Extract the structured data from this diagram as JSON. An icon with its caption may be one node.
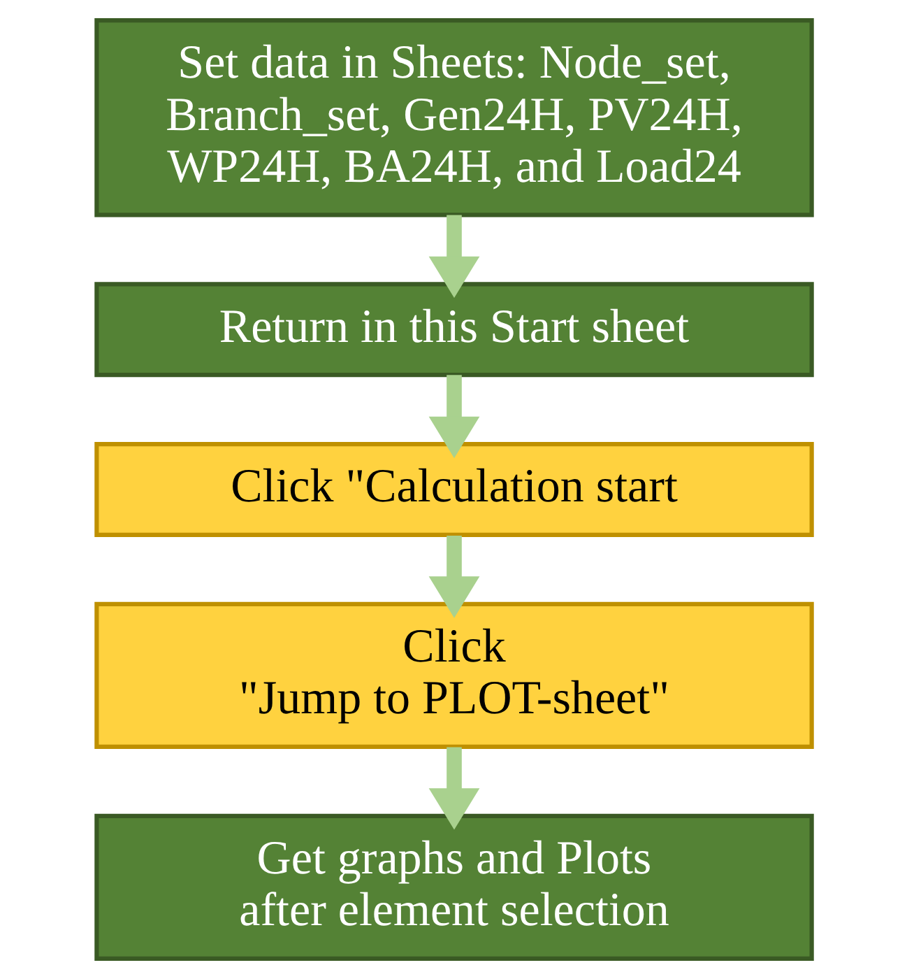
{
  "diagram": {
    "nodes": [
      {
        "text": [
          "Set data in Sheets: Node_set, Branch_set, Gen24H, PV24H, WP24H, BA24H, and Load24"
        ]
      },
      {
        "text": [
          "Return in this Start sheet"
        ]
      },
      {
        "text": [
          "Click \"Calculation start"
        ]
      },
      {
        "text": [
          "Click \"Jump to PLOT-sheet\""
        ]
      },
      {
        "text": [
          "Get graphs and Plots after element selection"
        ]
      }
    ],
    "edges": [
      {
        "from": 0,
        "to": 1,
        "arrow": "to"
      },
      {
        "from": 1,
        "to": 2,
        "arrow": "to"
      },
      {
        "from": 2,
        "to": 3,
        "arrow": "to"
      },
      {
        "from": 3,
        "to": 4,
        "arrow": "to"
      }
    ]
  }
}
